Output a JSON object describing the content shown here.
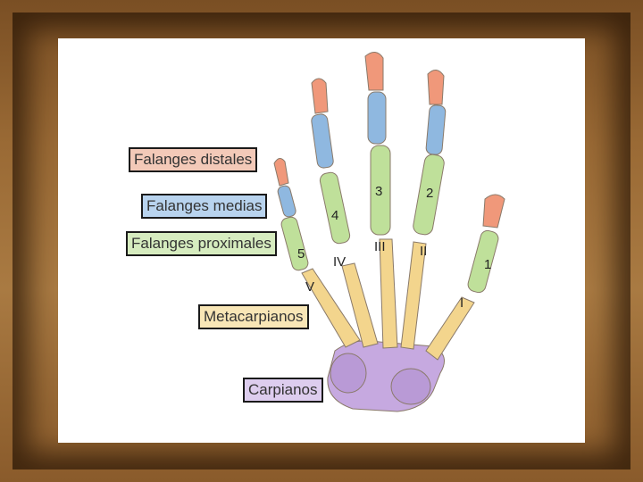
{
  "labels": {
    "distal": "Falanges distales",
    "middle": "Falanges medias",
    "proximal": "Falanges proximales",
    "metacarpal": "Metacarpianos",
    "carpal": "Carpianos"
  },
  "finger_numbers": [
    "1",
    "2",
    "3",
    "4",
    "5"
  ],
  "metacarpal_numerals": [
    "I",
    "II",
    "III",
    "IV",
    "V"
  ],
  "colors": {
    "distal": "#f0987a",
    "middle": "#8fb8e0",
    "proximal": "#bfe09a",
    "metacarpal": "#f3d58d",
    "carpal": "#c6a9e0",
    "frame": "#9a6a35"
  }
}
